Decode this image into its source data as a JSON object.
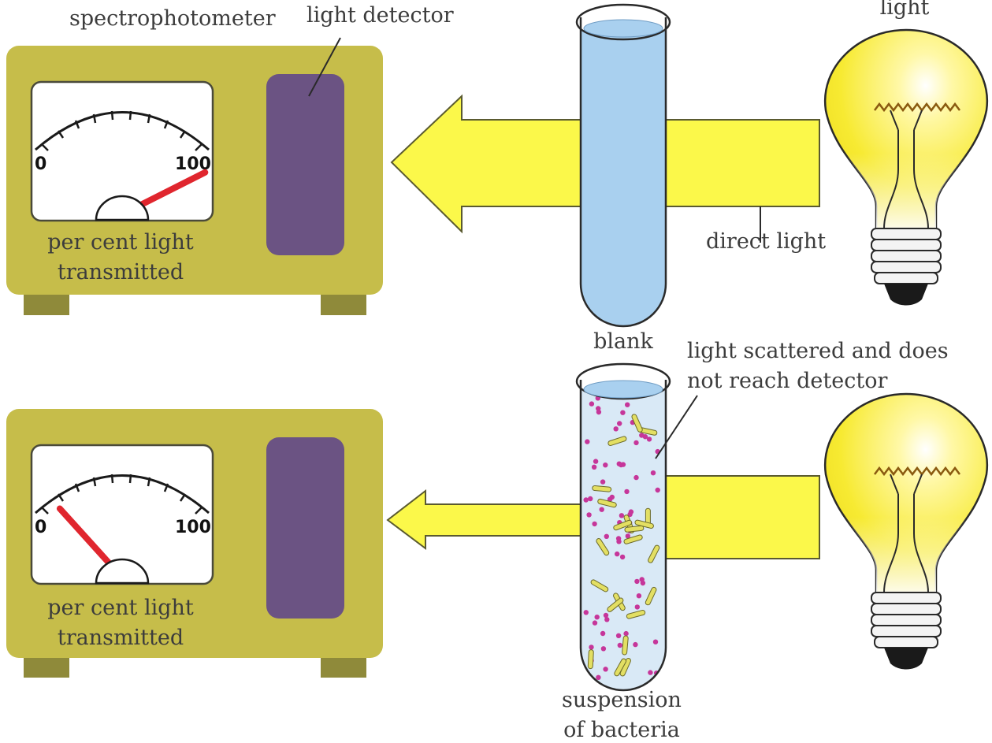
{
  "labels": {
    "spectrophotometer": "spectrophotometer",
    "light_detector": "light detector",
    "light": "light",
    "direct_light": "direct light",
    "blank": "blank",
    "scattered_line1": "light scattered and does",
    "scattered_line2": "not reach detector",
    "suspension_line1": "suspension",
    "suspension_line2": "of bacteria"
  },
  "panels": [
    {
      "meter_line1": "per cent light",
      "meter_line2": "transmitted",
      "scale_min": "0",
      "scale_max": "100",
      "needle_percent": 95
    },
    {
      "meter_line1": "per cent light",
      "meter_line2": "transmitted",
      "scale_min": "0",
      "scale_max": "100",
      "needle_percent": 20
    }
  ],
  "colors": {
    "device_body": "#c6bd4a",
    "device_feet": "#8f8a3a",
    "detector": "#6b5383",
    "light_beam": "#fbf84a",
    "tube_liquid": "#a9d0ef",
    "needle": "#e0262e",
    "bacteria_dot": "#c6369a",
    "bacteria_rod": "#e3df63"
  }
}
